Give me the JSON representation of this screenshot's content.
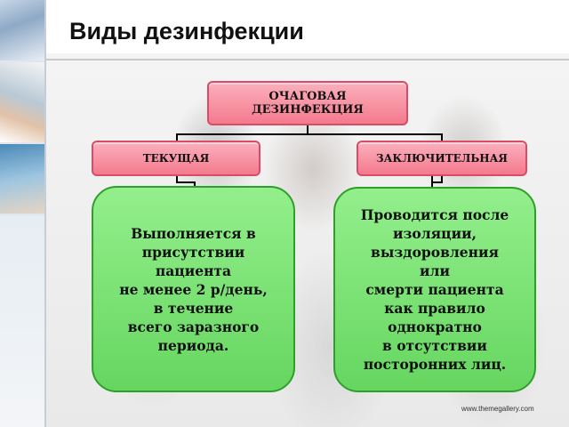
{
  "title": "Виды дезинфекции",
  "footer": "www.themegallery.com",
  "diagram": {
    "root": "ОЧАГОВАЯ\nДЕЗИНФЕКЦИЯ",
    "current": {
      "label": "ТЕКУЩАЯ",
      "description": "Выполняется в\nприсутствии\nпациента\nне менее 2 р/день,\nв течение\nвсего заразного\nпериода."
    },
    "final": {
      "label": "ЗАКЛЮЧИТЕЛЬНАЯ",
      "description": "Проводится после\nизоляции,\nвыздоровления\nили\nсмерти пациента\nкак правило\nоднократно\nв отсутствии\nпосторонних лиц."
    }
  },
  "colors": {
    "pink_box": "#f47a8d",
    "green_box": "#66d660"
  }
}
